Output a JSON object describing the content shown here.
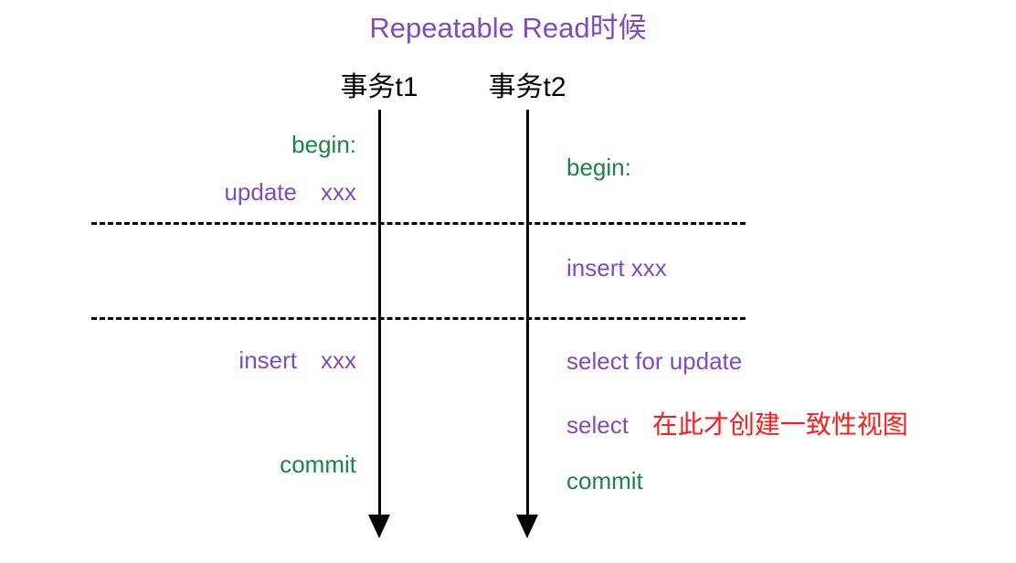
{
  "diagram": {
    "title": "Repeatable Read时候",
    "colors": {
      "purple": "#7d4cc3",
      "green": "#1d8348",
      "red": "#fc1c1c",
      "black": "#000000",
      "background": "#ffffff"
    },
    "timelines": [
      {
        "id": "t1",
        "label": "事务t1"
      },
      {
        "id": "t2",
        "label": "事务t2"
      }
    ],
    "transaction_t1": {
      "label": "事务t1",
      "statements": [
        {
          "text": "begin:",
          "color": "green"
        },
        {
          "text": "update",
          "color": "purple"
        },
        {
          "text": "xxx",
          "color": "purple"
        },
        {
          "text": "insert",
          "color": "purple"
        },
        {
          "text": "xxx",
          "color": "purple"
        },
        {
          "text": "commit",
          "color": "green"
        }
      ],
      "begin_label": "begin:",
      "update_label": "update",
      "update_target": "xxx",
      "insert_label": "insert",
      "insert_target": "xxx",
      "commit_label": "commit"
    },
    "transaction_t2": {
      "label": "事务t2",
      "statements": [
        {
          "text": "begin:",
          "color": "green"
        },
        {
          "text": "insert xxx",
          "color": "purple"
        },
        {
          "text": "select for update",
          "color": "purple"
        },
        {
          "text": "select",
          "color": "purple"
        },
        {
          "text": "在此才创建一致性视图",
          "color": "red"
        },
        {
          "text": "commit",
          "color": "green"
        }
      ],
      "begin_label": "begin:",
      "insert_label": "insert xxx",
      "select_for_update_label": "select for update",
      "select_label": "select",
      "select_annotation": "在此才创建一致性视图",
      "commit_label": "commit"
    },
    "separators": [
      {
        "id": "dashed-line-1",
        "style": "dashed"
      },
      {
        "id": "dashed-line-2",
        "style": "dashed"
      }
    ]
  }
}
